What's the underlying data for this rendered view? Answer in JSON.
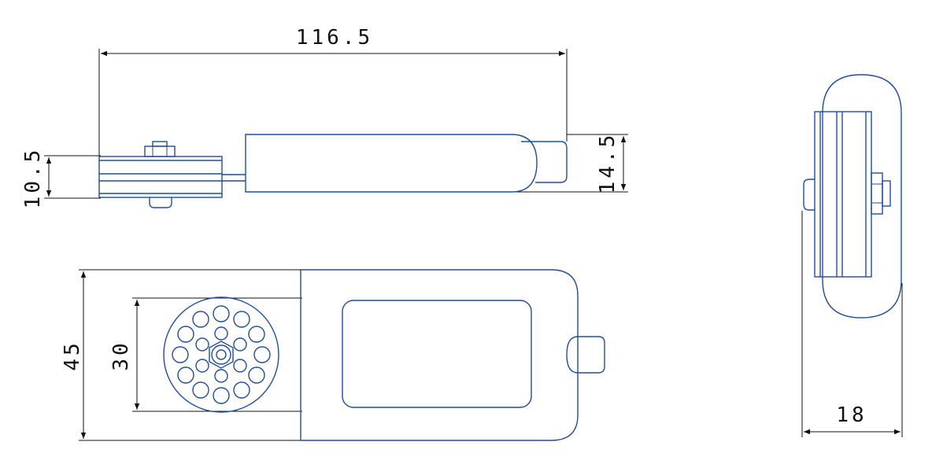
{
  "drawing": {
    "dimensions": {
      "overall_length": "116.5",
      "pulley_height": "10.5",
      "body_height": "14.5",
      "width": "45",
      "pulley_diameter": "30",
      "side_width": "18"
    },
    "colors": {
      "part_line": "#1f4e9a",
      "dimension_line": "#111111",
      "background": "#ffffff"
    }
  }
}
